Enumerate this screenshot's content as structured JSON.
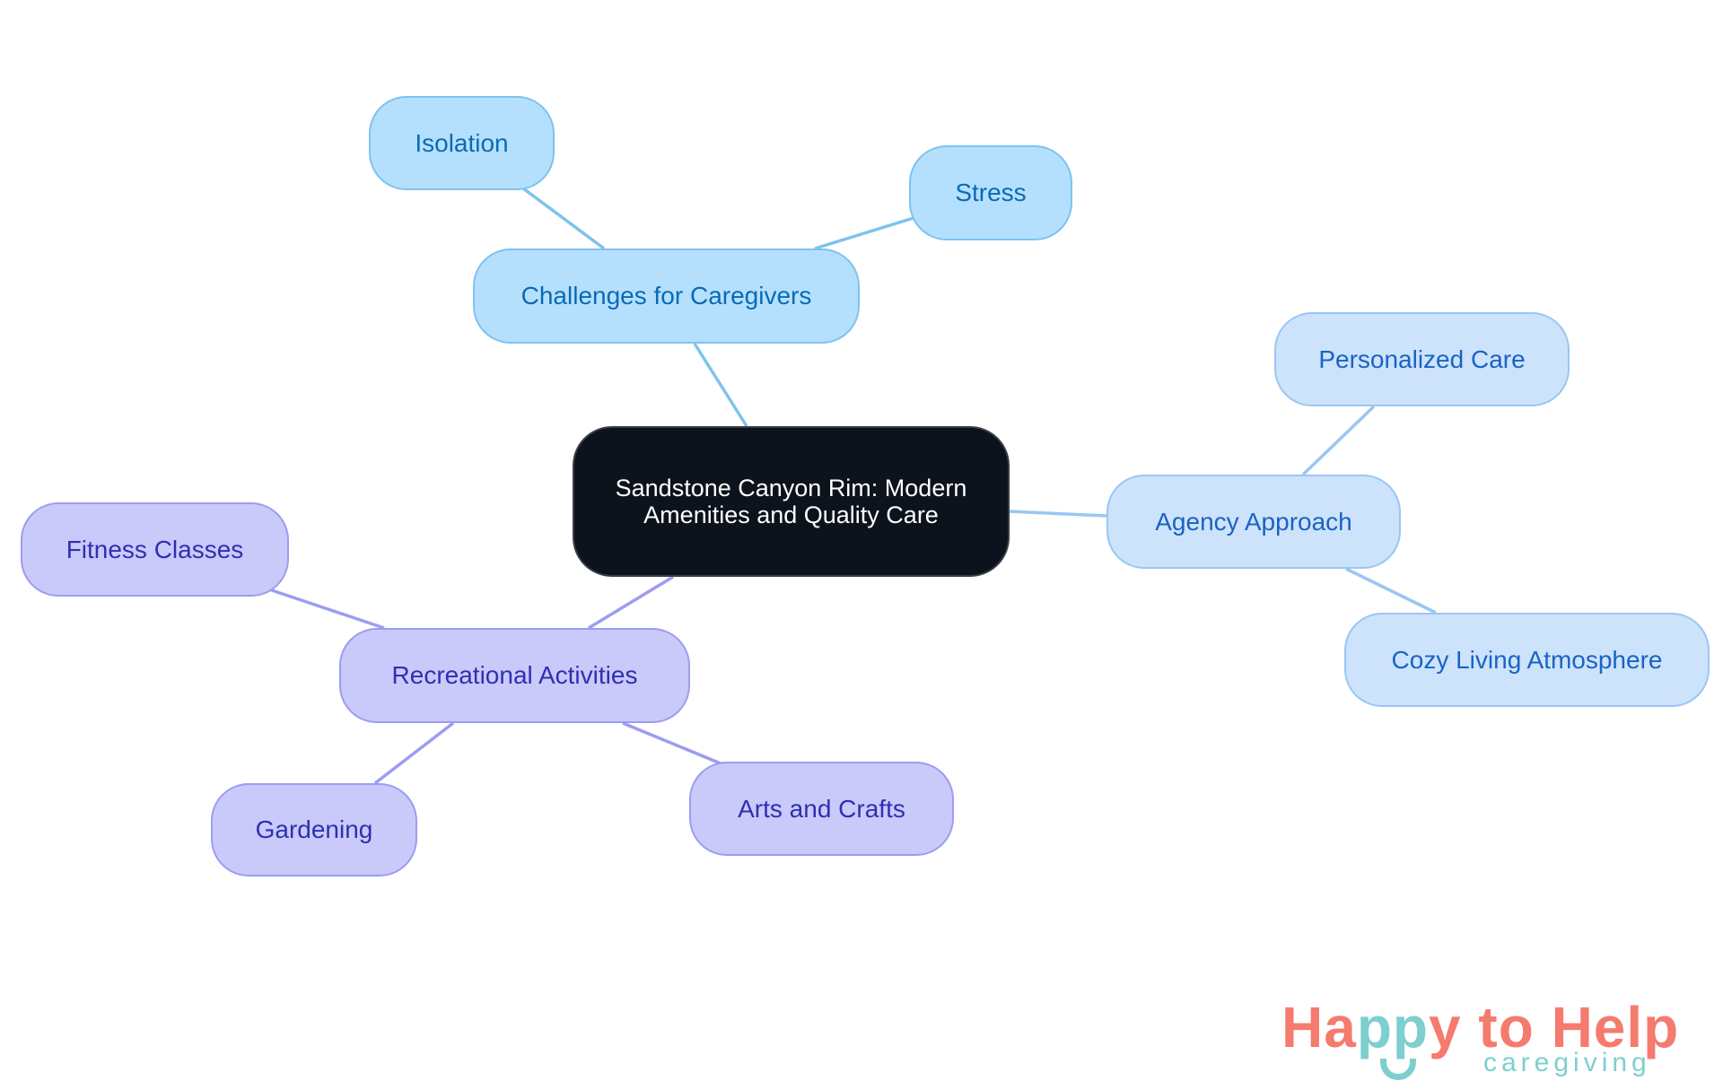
{
  "diagram": {
    "type": "mindmap",
    "root": {
      "id": "root",
      "label": "Sandstone Canyon Rim: Modern Amenities and Quality Care"
    },
    "branches": [
      {
        "id": "challenges",
        "label": "Challenges for Caregivers",
        "color": "#b5e0fd",
        "children": [
          {
            "id": "isolation",
            "label": "Isolation"
          },
          {
            "id": "stress",
            "label": "Stress"
          }
        ]
      },
      {
        "id": "agency",
        "label": "Agency Approach",
        "color": "#cde3fb",
        "children": [
          {
            "id": "personalized",
            "label": "Personalized Care"
          },
          {
            "id": "cozy",
            "label": "Cozy Living Atmosphere"
          }
        ]
      },
      {
        "id": "recreational",
        "label": "Recreational Activities",
        "color": "#c9caf9",
        "children": [
          {
            "id": "fitness",
            "label": "Fitness Classes"
          },
          {
            "id": "gardening",
            "label": "Gardening"
          },
          {
            "id": "arts",
            "label": "Arts and Crafts"
          }
        ]
      }
    ]
  },
  "nodes": {
    "root": "Sandstone Canyon Rim: Modern Amenities and Quality Care",
    "challenges": "Challenges for Caregivers",
    "isolation": "Isolation",
    "stress": "Stress",
    "agency": "Agency Approach",
    "personalized": "Personalized Care",
    "cozy": "Cozy Living Atmosphere",
    "recreational": "Recreational Activities",
    "fitness": "Fitness Classes",
    "gardening": "Gardening",
    "arts": "Arts and Crafts"
  },
  "colors": {
    "root_bg": "#0d131c",
    "branch1_fill": "#b5e0fd",
    "branch1_edge": "#7fc2ee",
    "branch2_fill": "#cde3fb",
    "branch2_edge": "#9ac6f2",
    "branch3_fill": "#c9caf9",
    "branch3_edge": "#9c9df0",
    "logo_coral": "#f47b6e",
    "logo_teal": "#7ecfcf"
  },
  "logo": {
    "part1": "Ha",
    "part2": "pp",
    "part3": "y to Help",
    "tagline": "caregiving"
  }
}
